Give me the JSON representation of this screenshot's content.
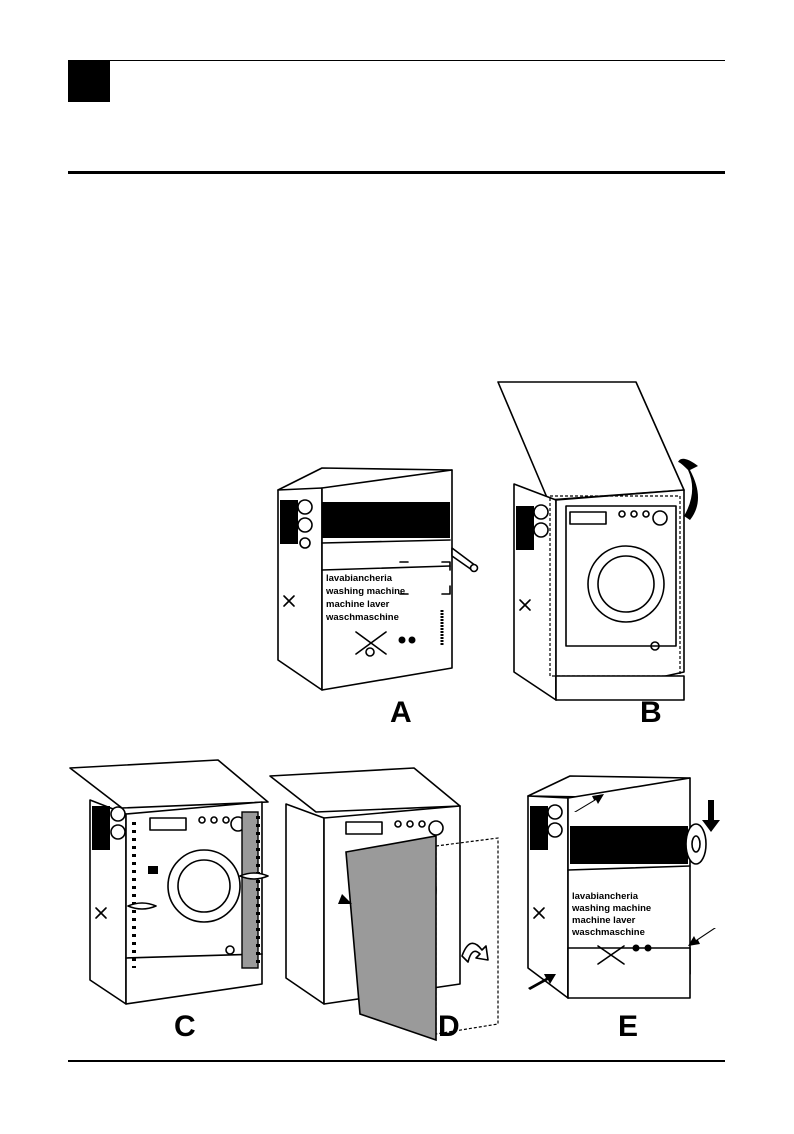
{
  "steps": [
    {
      "label": "A",
      "box_text": [
        "lavabiancheria",
        "washing machine",
        "machine  laver",
        "waschmaschine"
      ]
    },
    {
      "label": "B"
    },
    {
      "label": "C"
    },
    {
      "label": "D"
    },
    {
      "label": "E",
      "box_text": [
        "lavabiancheria",
        "washing machine",
        "machine  laver",
        "waschmaschine"
      ]
    }
  ],
  "icons": [
    "black-square-marker",
    "scissors-crossed-icon",
    "arrow-icon",
    "tape-roll-icon"
  ],
  "colors": {
    "ink": "#000000",
    "panel_grey": "#9a9a9a",
    "paper": "#ffffff"
  }
}
